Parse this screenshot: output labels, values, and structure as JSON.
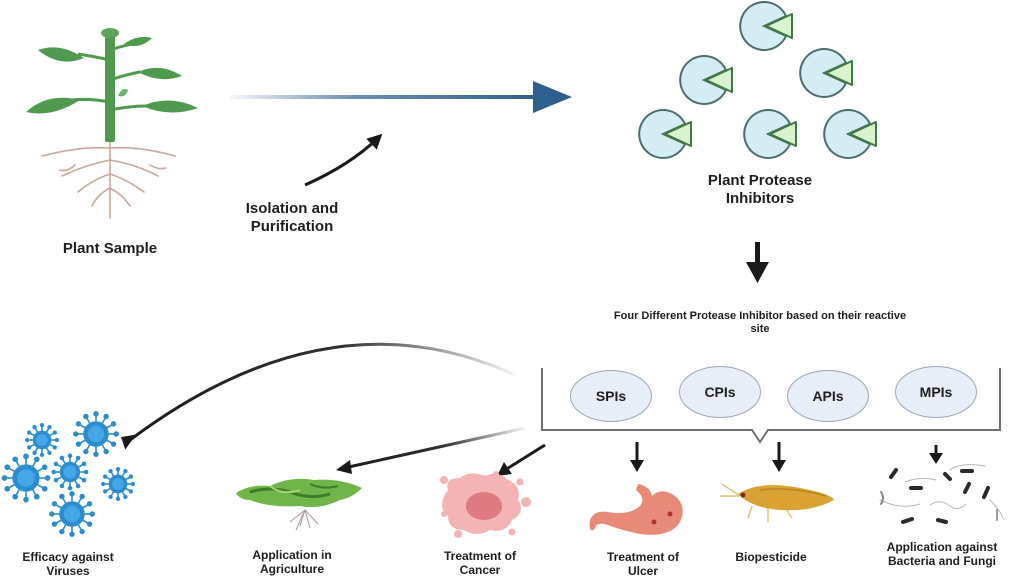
{
  "diagram": {
    "plant_sample": {
      "label": "Plant Sample",
      "icon": "plant-icon"
    },
    "process_step": {
      "label_line1": "Isolation and",
      "label_line2": "Purification"
    },
    "inhibitors": {
      "label_line1": "Plant Protease",
      "label_line2": "Inhibitors",
      "icon": "protease-inhibitor-complex-icon",
      "count": 6
    },
    "classification": {
      "title_line1": "Four Different Protease Inhibitor based on their reactive",
      "title_line2": "site",
      "types": [
        "SPIs",
        "CPIs",
        "APIs",
        "MPIs"
      ]
    },
    "applications": [
      {
        "line1": "Efficacy against",
        "line2": "Viruses",
        "icon": "virus-icon"
      },
      {
        "line1": "Application in",
        "line2": "Agriculture",
        "icon": "crop-plant-icon"
      },
      {
        "line1": "Treatment of",
        "line2": "Cancer",
        "icon": "cancer-cell-icon"
      },
      {
        "line1": "Treatment of",
        "line2": "Ulcer",
        "icon": "stomach-icon"
      },
      {
        "line1": "Biopesticide",
        "line2": "",
        "icon": "insect-icon"
      },
      {
        "line1": "Application against",
        "line2": "Bacteria and Fungi",
        "icon": "bacteria-icon"
      }
    ],
    "colors": {
      "main_arrow": "#2f5f8f",
      "black_arrow": "#1a1a1a",
      "leaf_green": "#4f9a4f",
      "root_tan": "#c9a89a",
      "enzyme_fill": "#d6ecf5",
      "enzyme_stroke": "#4a6d6d",
      "inhibitor_fill": "#d9f2cf",
      "virus_blue": "#2b8ccf",
      "cancer_pink": "#f2a9ad",
      "stomach_red": "#e88a78",
      "insect_gold": "#d9a232"
    }
  }
}
